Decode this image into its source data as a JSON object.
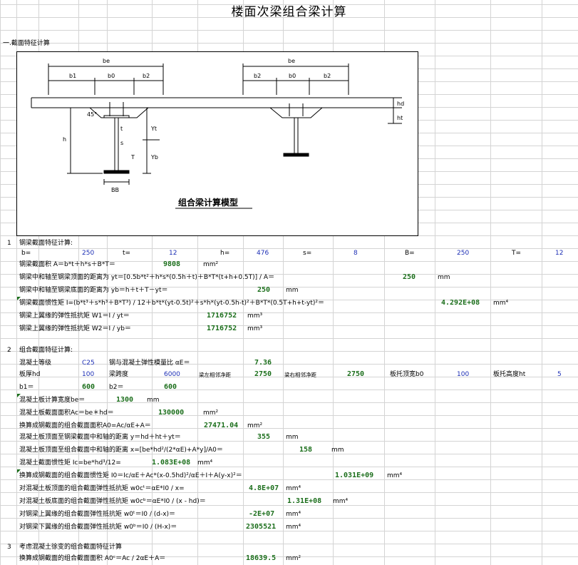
{
  "title": "楼面次梁组合梁计算",
  "section1": {
    "heading": "一.截面特征计算"
  },
  "figure": {
    "caption": "组合梁计算模型",
    "labels": {
      "be": "be",
      "b1": "b1",
      "b0": "b0",
      "b2": "b2",
      "h": "h",
      "hd": "hd",
      "ht": "ht",
      "Yt": "Yt",
      "Yb": "Yb",
      "BB": "BB",
      "t": "t",
      "T": "T",
      "s": "s",
      "deg": "45°"
    }
  },
  "part1": {
    "num": "1",
    "heading": "钢梁截面特征计算:",
    "params": [
      {
        "label": "b=",
        "value": "250"
      },
      {
        "label": "t=",
        "value": "12"
      },
      {
        "label": "h=",
        "value": "476"
      },
      {
        "label": "s=",
        "value": "8"
      },
      {
        "label": "B=",
        "value": "250"
      },
      {
        "label": "T=",
        "value": "12"
      }
    ],
    "rows": [
      {
        "text": "钢梁截面积 A＝b*t＋h*s＋B*T＝",
        "value": "9808",
        "unit": "mm²"
      },
      {
        "text": "钢梁中和轴至钢梁顶面的距离为 yt＝[0.5b*t²＋h*s*(0.5h＋t)＋B*T*(t+h+0.5T)] / A＝",
        "value": "250",
        "unit": "mm"
      },
      {
        "text": "钢梁中和轴至钢梁底面的距离为 yb＝h＋t＋T－yt＝",
        "value": "250",
        "unit": "mm"
      },
      {
        "text": "钢梁截面惯性矩 I=(b*t³＋s*h³＋B*T³) / 12＋b*t*(yt-0.5t)²＋s*h*(yt-0.5h-t)²＋B*T*(0.5T+h+t-yt)²＝",
        "value": "4.292E+08",
        "unit": "mm⁴"
      },
      {
        "text": "钢梁上翼缘的弹性抵抗矩 W1＝I / yt＝",
        "value": "1716752",
        "unit": "mm³"
      },
      {
        "text": "钢梁上翼缘的弹性抵抗矩 W2＝I / yb＝",
        "value": "1716752",
        "unit": "mm³"
      }
    ]
  },
  "part2": {
    "num": "2",
    "heading": "组合截面特征计算:",
    "concrete_label": "混凝土等级",
    "concrete_value": "C25",
    "ratio_label": "钢与混凝土弹性模量比 αE＝",
    "ratio_value": "7.36",
    "slab_label": "板厚hd",
    "slab_value": "100",
    "span_label": "梁跨度",
    "span_value": "6000",
    "net1_label": "梁左相邻净距",
    "net1_value": "2750",
    "net2_label": "梁右相邻净距",
    "net2_value": "2750",
    "haunch_w_label": "板托顶宽b0",
    "haunch_w_value": "100",
    "haunch_h_label": "板托高度ht",
    "haunch_h_value": "5",
    "b1_label": "b1＝",
    "b1_value": "600",
    "b2_label": "b2＝",
    "b2_value": "600",
    "rows": [
      {
        "text": "混凝土板计算宽度be＝",
        "value": "1300",
        "unit": "mm"
      },
      {
        "text": "混凝土板截面面积Ac＝be＊hd＝",
        "value": "130000",
        "unit": "mm²"
      },
      {
        "text": "换算成钢截面的组合截面面积A0=Ac/αE+A＝",
        "value": "27471.04",
        "unit": "mm²"
      },
      {
        "text": "混凝土板顶面至钢梁截面中和轴的距离 y＝hd＋ht＋yt＝",
        "value": "355",
        "unit": "mm"
      },
      {
        "text": "混凝土板顶面至组合截面中和轴的距离 x=[be*hd²/(2*αE)+A*y]/A0＝",
        "value": "158",
        "unit": "mm"
      },
      {
        "text": "混凝土截面惯性矩 Ic=be*hd³/12=",
        "value": "1.083E+08",
        "unit": "mm⁴"
      },
      {
        "text": "换算成钢截面的组合截面惯性矩 I0＝Ic/αE＋Ac*(x-0.5hd)²/αE＋I＋A(y-x)²＝",
        "value": "1.031E+09",
        "unit": "mm⁴"
      },
      {
        "text": "对混凝土板顶面的组合截面弹性抵抗矩 w0cᵗ＝αE*I0 / x=",
        "value": "4.8E+07",
        "unit": "mm⁴"
      },
      {
        "text": "对混凝土板底面的组合截面弹性抵抗矩 w0cᵇ＝αE*I0 / (x - hd)＝",
        "value": "1.31E+08",
        "unit": "mm⁴"
      },
      {
        "text": "对钢梁上翼缘的组合截面弹性抵抗矩 w0ᵗ＝I0 / (d-x)＝",
        "value": "-2E+07",
        "unit": "mm⁴"
      },
      {
        "text": "对钢梁下翼缘的组合截面弹性抵抗矩 w0ᵇ＝I0 / (H-x)＝",
        "value": "2305521",
        "unit": "mm⁴"
      }
    ]
  },
  "part3": {
    "num": "3",
    "heading": "考虑混凝土徐变的组合截面特征计算",
    "rows": [
      {
        "text": "换算成钢截面的组合截面面积 A0ᶜ＝Ac / 2αE＋A＝",
        "value": "18639.5",
        "unit": "mm²"
      }
    ]
  }
}
